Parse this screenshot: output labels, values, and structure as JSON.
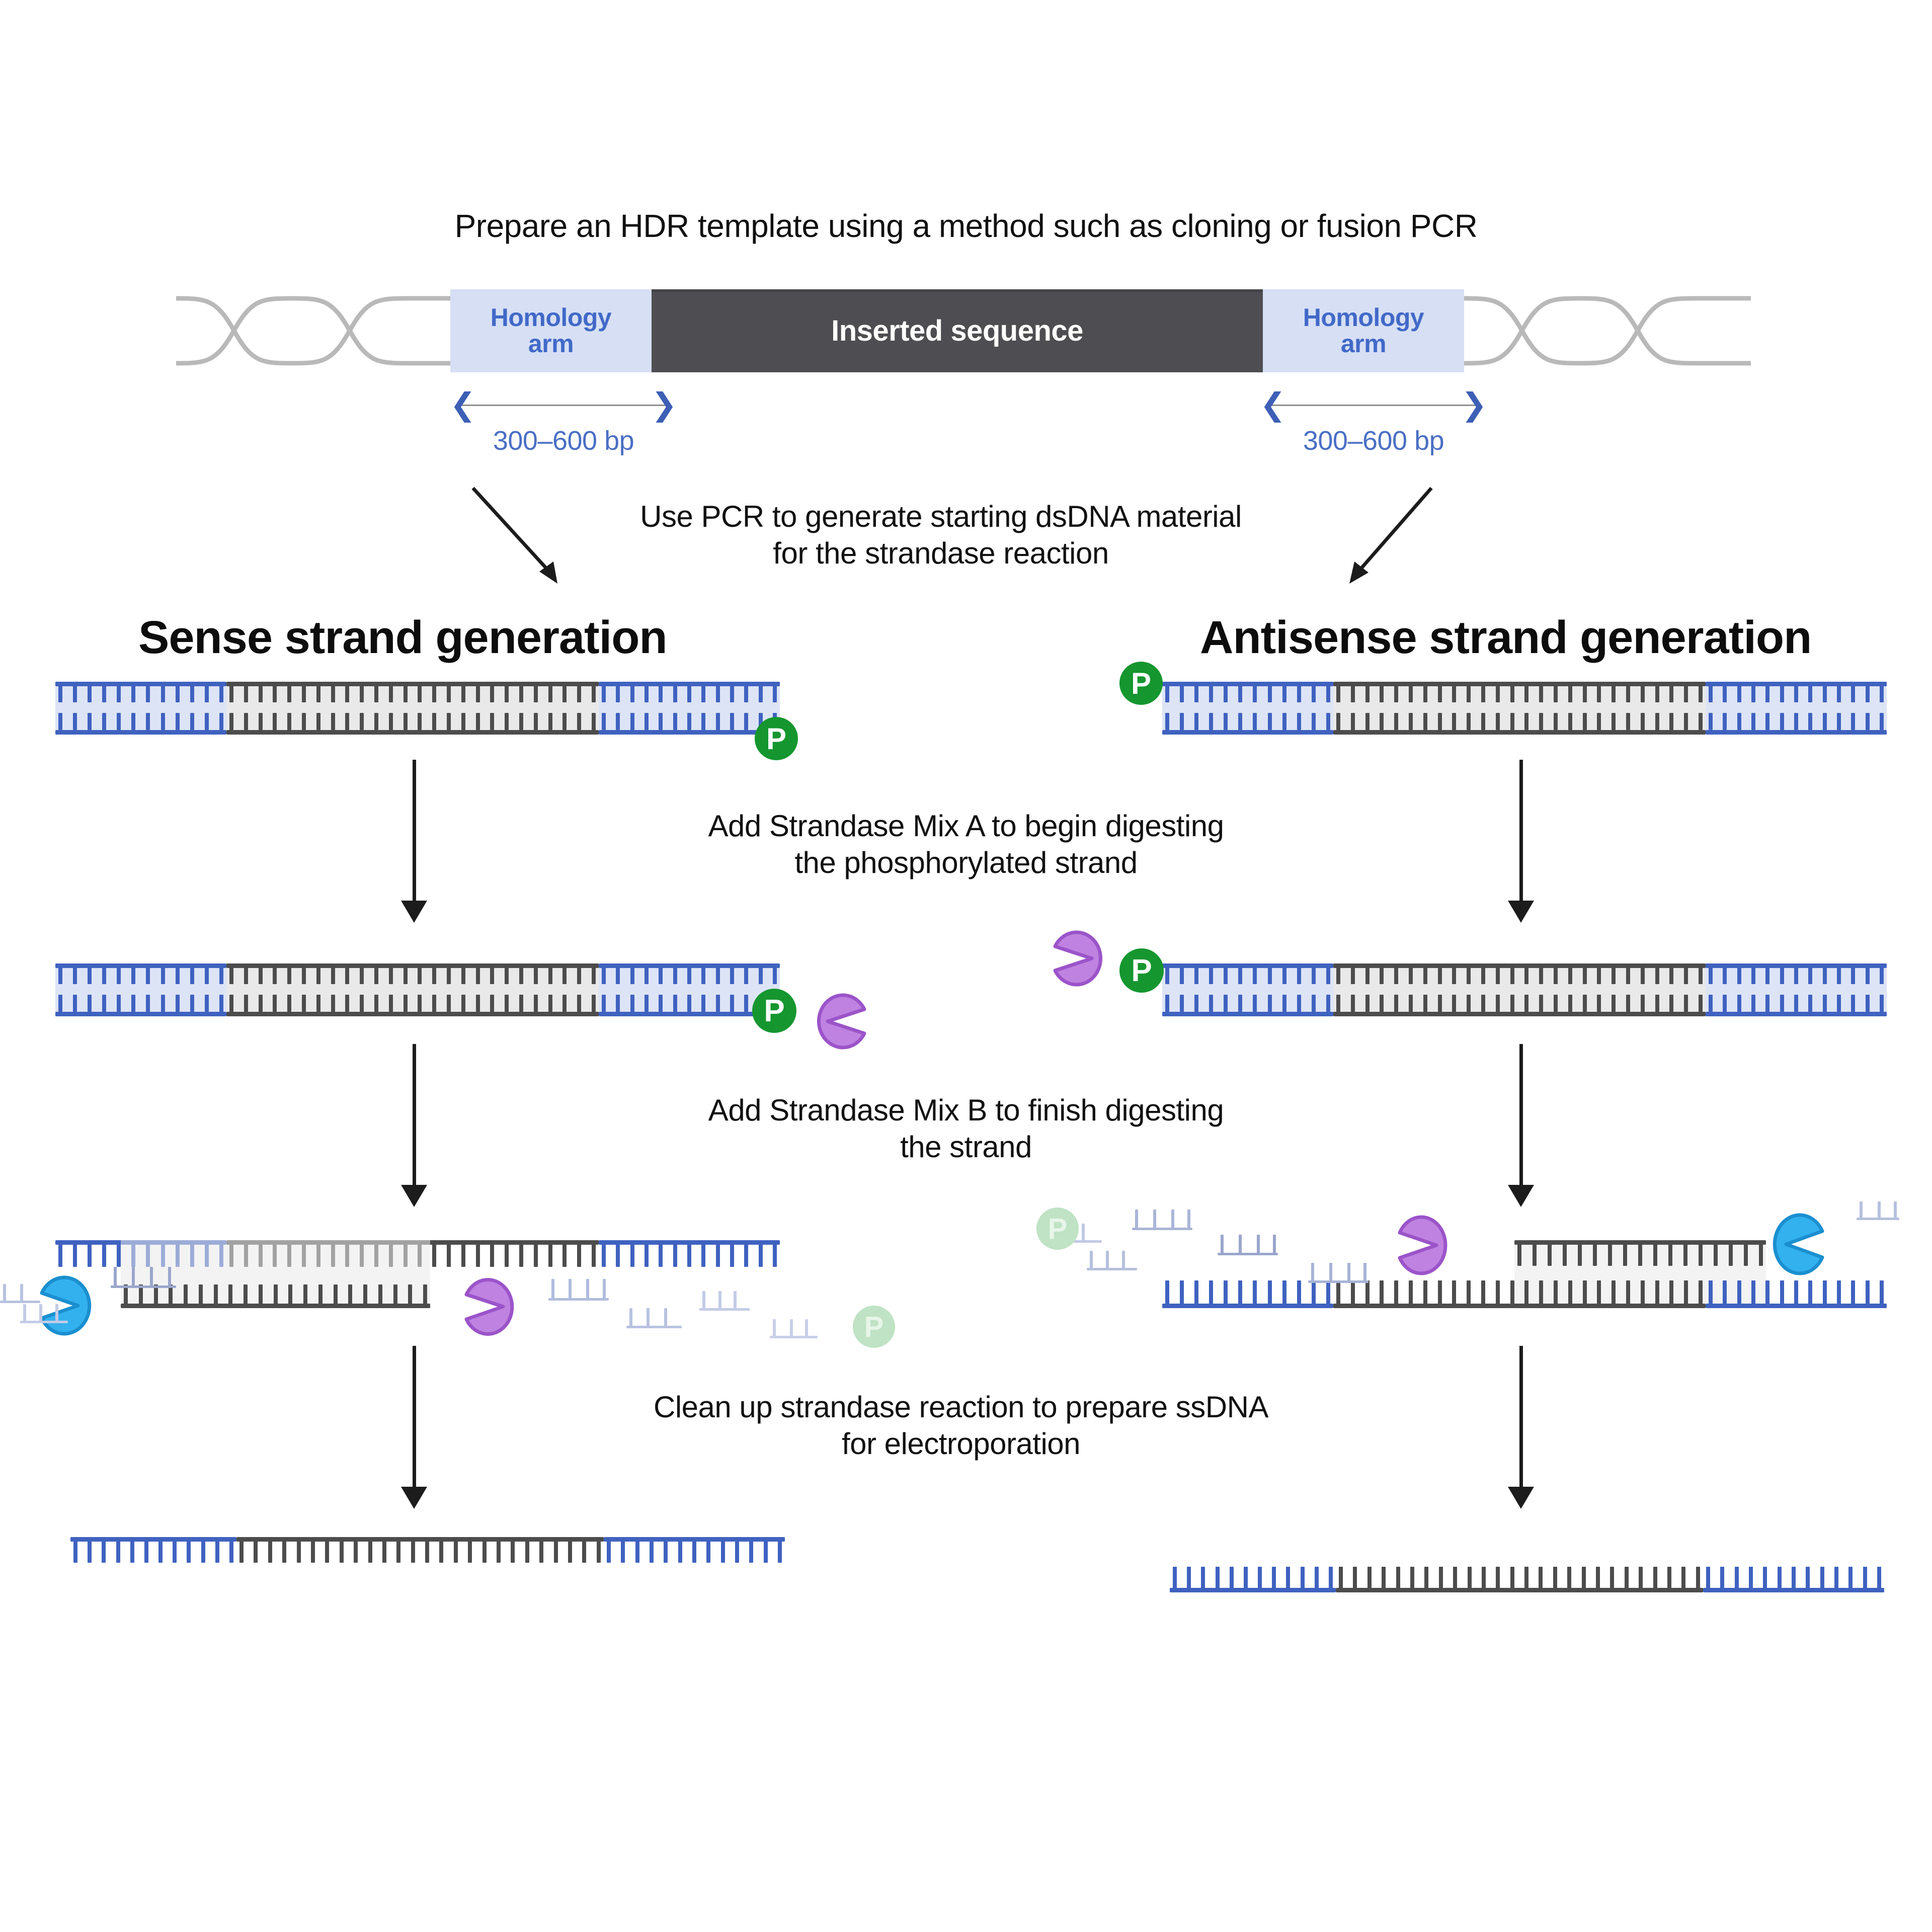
{
  "diagram": {
    "title_step": "Prepare an HDR template using a method such as cloning or fusion PCR",
    "template": {
      "homology_arm_left": "Homology\narm",
      "inserted_sequence": "Inserted sequence",
      "homology_arm_right": "Homology\narm",
      "measure_left_label": "300–600 bp",
      "measure_right_label": "300–600 bp"
    },
    "steps": {
      "pcr": "Use PCR to generate starting dsDNA material\nfor the strandase reaction",
      "mix_a": "Add Strandase Mix A to begin digesting\nthe phosphorylated strand",
      "mix_b": "Add Strandase Mix B to finish digesting\nthe strand",
      "cleanup": "Clean up strandase reaction to prepare ssDNA\nfor electroporation"
    },
    "columns": {
      "left_title": "Sense strand generation",
      "right_title": "Antisense strand generation"
    },
    "markers": {
      "phosphate_label": "P"
    },
    "colors": {
      "homology_fill": "#d6dff4",
      "homology_text": "#4169c8",
      "insert_fill": "#4e4e52",
      "insert_text": "#ffffff",
      "dna_blue": "#3f62c0",
      "dna_blue_fill": "#dde4f6",
      "dna_dark": "#4c4c4c",
      "dna_dark_fill": "#e9e9e9",
      "phosphate_green": "#15962f",
      "phosphate_faded": "#bfe3c4",
      "enzyme_purple": "#bf82e0",
      "enzyme_purple_stroke": "#9b54c9",
      "enzyme_blue": "#33b1ee",
      "enzyme_blue_stroke": "#1a8fd0",
      "helix_grey": "#b9b9b9",
      "measure_blue": "#3d5fb5",
      "arrow_black": "#1c1c1c",
      "background": "#ffffff"
    },
    "icons": {
      "phosphate": "phosphate-circle-icon",
      "enzyme_mix_a": "pacman-enzyme-purple-icon",
      "enzyme_mix_b": "pacman-enzyme-blue-icon",
      "helix": "dna-double-helix-icon",
      "flow_arrow": "down-arrow-icon",
      "measure_arrow": "double-headed-arrow-icon"
    }
  }
}
